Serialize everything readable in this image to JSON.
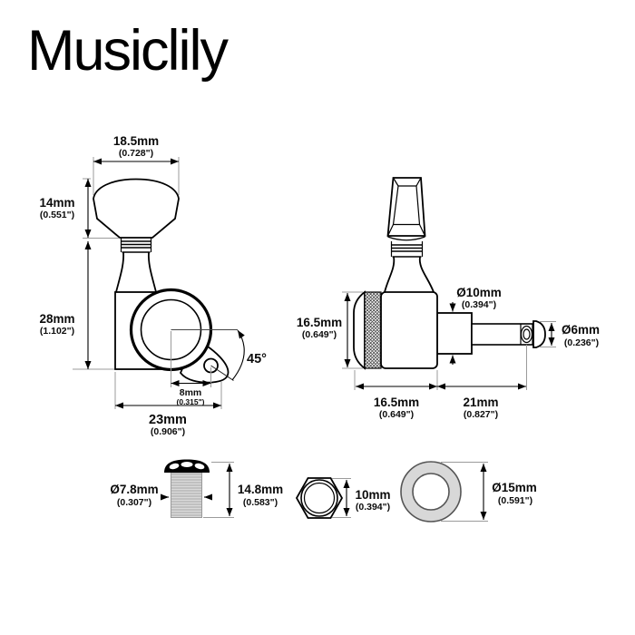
{
  "brand": "Musiclily",
  "front_view": {
    "button_width_mm": "18.5mm",
    "button_width_in": "(0.728\")",
    "button_height_mm": "14mm",
    "button_height_in": "(0.551\")",
    "body_height_mm": "28mm",
    "body_height_in": "(1.102\")",
    "hole_offset_mm": "8mm",
    "hole_offset_in": "(0.315\")",
    "total_width_mm": "23mm",
    "total_width_in": "(0.906\")",
    "ear_angle": "45°"
  },
  "side_view": {
    "body_height_mm": "16.5mm",
    "body_height_in": "(0.649\")",
    "bushing_dia_mm": "Ø10mm",
    "bushing_dia_in": "(0.394\")",
    "post_dia_mm": "Ø6mm",
    "post_dia_in": "(0.236\")",
    "body_width_mm": "16.5mm",
    "body_width_in": "(0.649\")",
    "post_length_mm": "21mm",
    "post_length_in": "(0.827\")"
  },
  "hardware": {
    "bushing_dia_mm": "Ø7.8mm",
    "bushing_dia_in": "(0.307\")",
    "bushing_height_mm": "14.8mm",
    "bushing_height_in": "(0.583\")",
    "nut_size_mm": "10mm",
    "nut_size_in": "(0.394\")",
    "washer_dia_mm": "Ø15mm",
    "washer_dia_in": "(0.591\")"
  }
}
